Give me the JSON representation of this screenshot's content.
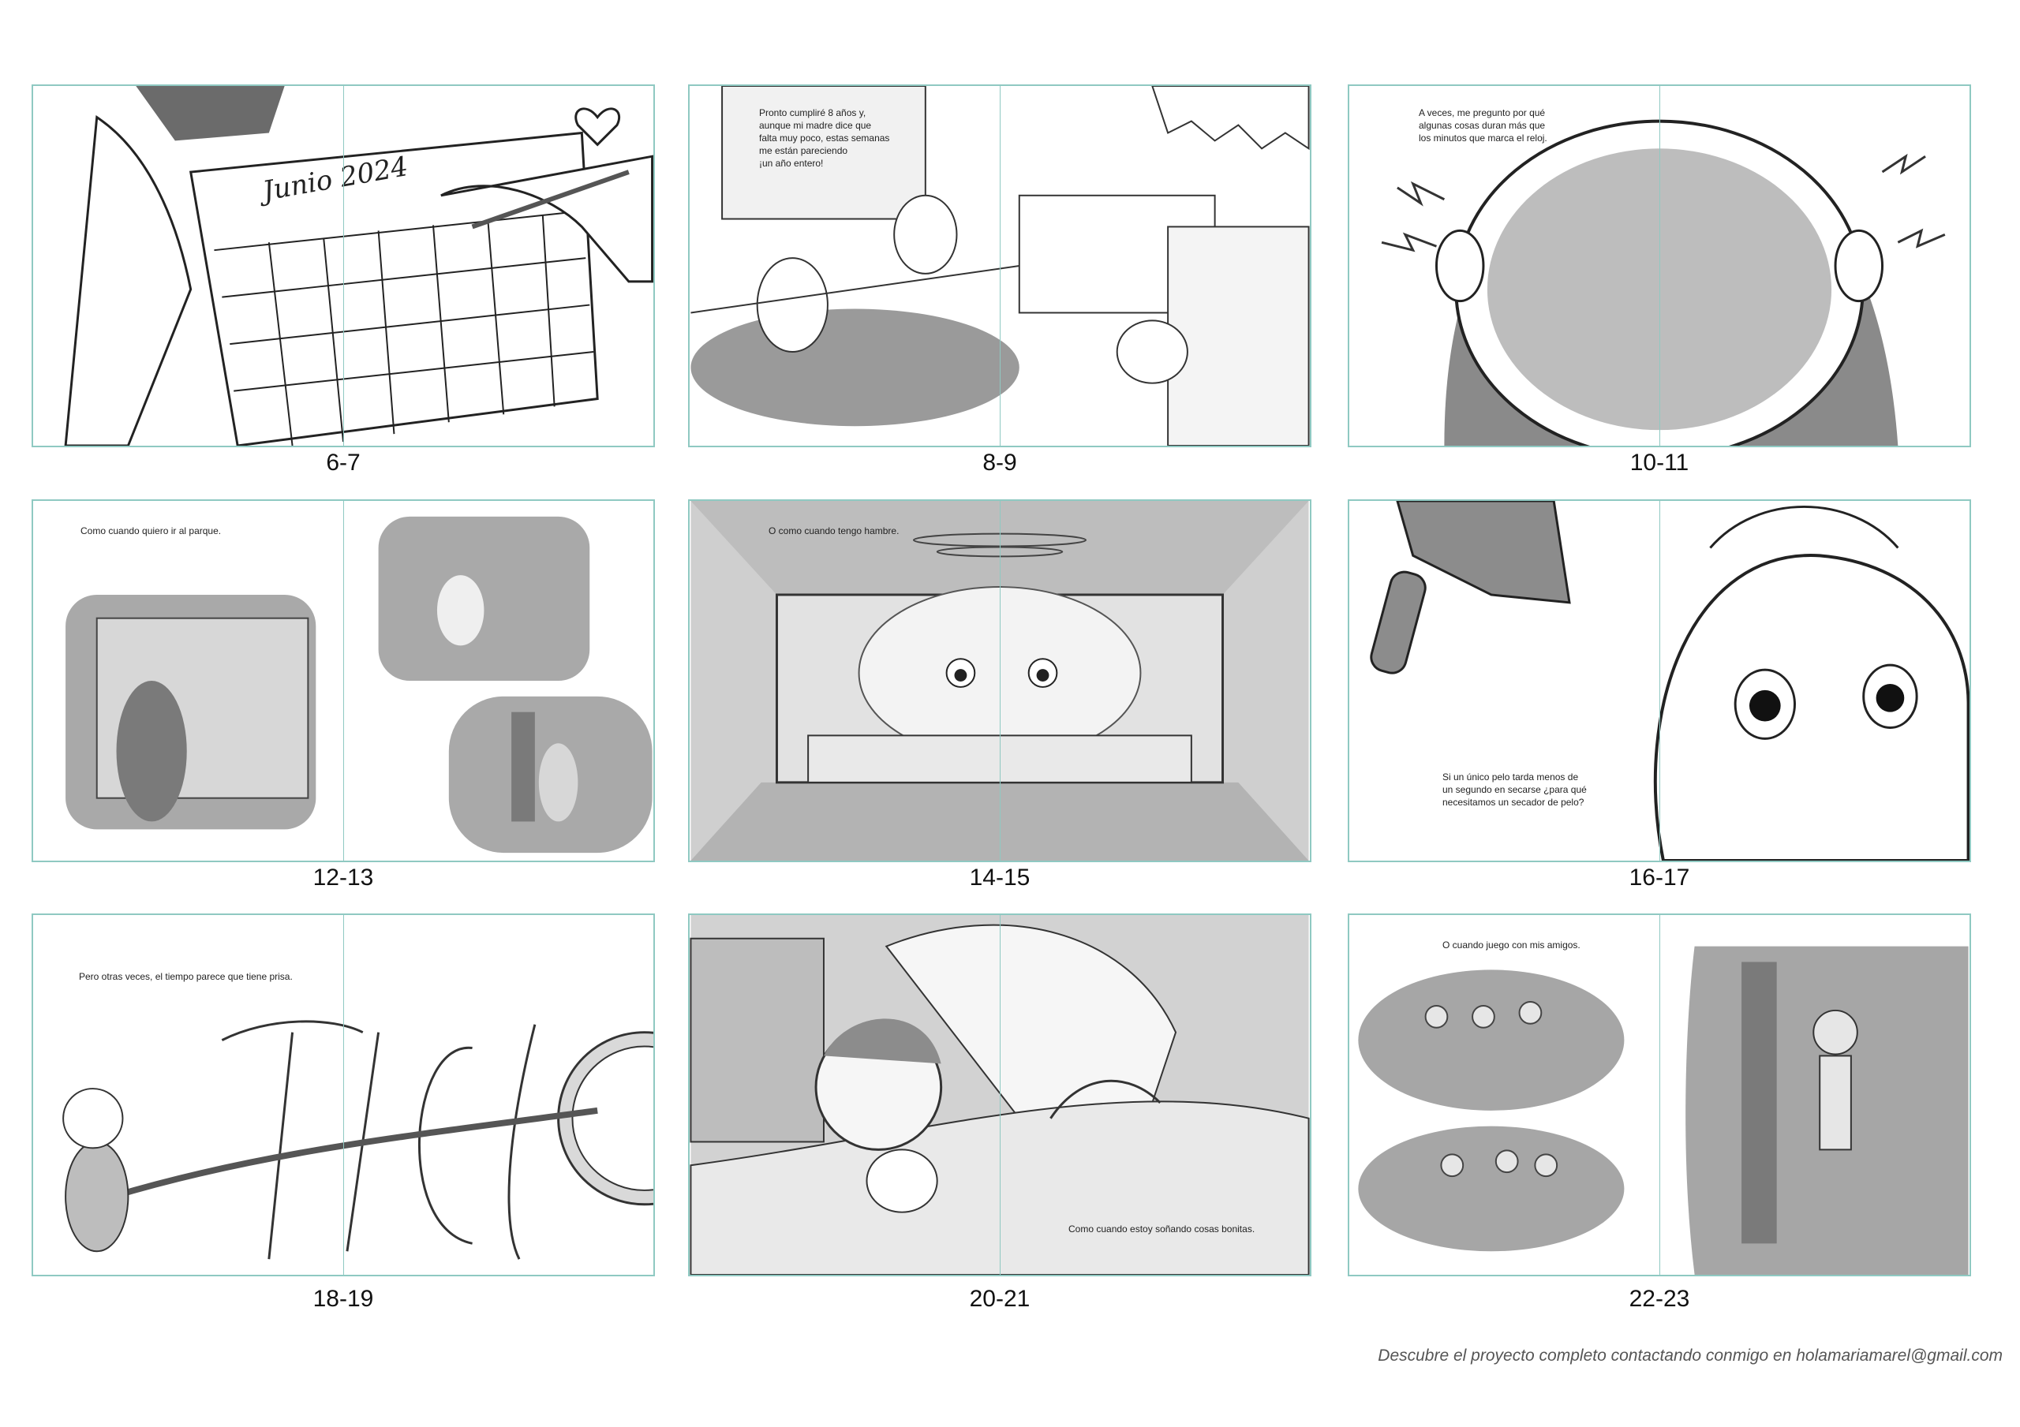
{
  "panels": [
    {
      "label": "6-7",
      "texts": [
        "Junio 2024"
      ]
    },
    {
      "label": "8-9",
      "texts": [
        "Pronto cumpliré 8 años y,",
        "aunque mi madre dice que",
        "falta muy poco, estas semanas",
        "me están pareciendo",
        "¡un año entero!"
      ]
    },
    {
      "label": "10-11",
      "texts": [
        "A veces, me pregunto por qué",
        "algunas cosas duran más que",
        "los minutos que marca el reloj."
      ]
    },
    {
      "label": "12-13",
      "texts": [
        "Como cuando quiero ir al parque."
      ]
    },
    {
      "label": "14-15",
      "texts": [
        "O como cuando tengo hambre."
      ]
    },
    {
      "label": "16-17",
      "texts": [
        "Si un único pelo tarda menos de",
        "un segundo en secarse ¿para qué",
        "necesitamos un secador de pelo?"
      ]
    },
    {
      "label": "18-19",
      "texts": [
        "Pero otras veces, el tiempo parece que tiene prisa."
      ]
    },
    {
      "label": "20-21",
      "texts": [
        "Como cuando estoy soñando cosas bonitas."
      ]
    },
    {
      "label": "22-23",
      "texts": [
        "O cuando juego con mis amigos."
      ]
    }
  ],
  "footer": "Descubre el proyecto completo contactando conmigo en holamariamarel@gmail.com"
}
